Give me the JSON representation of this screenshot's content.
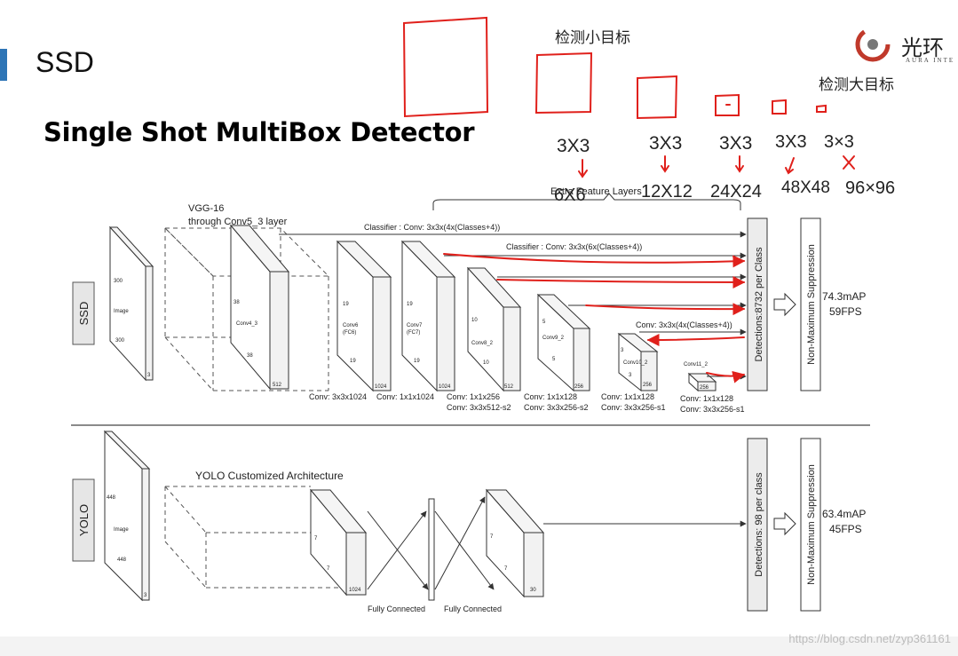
{
  "slide": {
    "title": "SSD",
    "subtitle": "Single Shot MultiBox Detector",
    "watermark": "https://blog.csdn.net/zyp361161",
    "logo_text": "光环",
    "logo_sub": "AURA INTE",
    "accent_color": "#2e75b6"
  },
  "annotations": {
    "small_targets": "检测小目标",
    "large_targets": "检测大目标",
    "kernels": [
      "3X3",
      "3X3",
      "3X3",
      "3X3",
      "3×3"
    ],
    "maps": [
      "6X6",
      "12X12",
      "24X24",
      "48X48",
      "96×96"
    ],
    "ink_color": "#e0201b"
  },
  "ssd": {
    "row_label": "SSD",
    "vgg": "VGG-16",
    "vgg_sub": "through Conv5_3 layer",
    "image": {
      "dims": [
        "300",
        "300",
        "3"
      ],
      "label": "Image"
    },
    "conv4_3": {
      "dims": [
        "38",
        "38",
        "512"
      ],
      "label": "Conv4_3"
    },
    "fc6": {
      "dims": [
        "19",
        "19",
        "1024"
      ],
      "label": "Conv6",
      "sub": "(FC6)"
    },
    "fc7": {
      "dims": [
        "19",
        "19",
        "1024"
      ],
      "label": "Conv7",
      "sub": "(FC7)"
    },
    "conv8_2": {
      "dims": [
        "10",
        "10",
        "512"
      ],
      "label": "Conv8_2"
    },
    "conv9_2": {
      "dims": [
        "5",
        "5",
        "256"
      ],
      "label": "Conv9_2"
    },
    "conv10_2": {
      "dims": [
        "3",
        "3",
        "256"
      ],
      "label": "Conv10_2"
    },
    "conv11_2": {
      "dims": [
        "256"
      ],
      "label": "Conv11_2"
    },
    "extra_layers": "Extra Feature Layers",
    "classifier1": "Classifier : Conv: 3x3x(4x(Classes+4))",
    "classifier2": "Classifier : Conv: 3x3x(6x(Classes+4))",
    "classifier3": "Conv: 3x3x(4x(Classes+4))",
    "convs": [
      "Conv: 3x3x1024",
      "Conv: 1x1x1024",
      "Conv: 1x1x256",
      "Conv: 3x3x512-s2",
      "Conv: 1x1x128",
      "Conv: 3x3x256-s2",
      "Conv: 1x1x128",
      "Conv: 3x3x256-s1",
      "Conv: 1x1x128",
      "Conv: 3x3x256-s1"
    ],
    "detections": "Detections:8732 per Class",
    "nms": "Non-Maximum Suppression",
    "map": "74.3mAP",
    "fps": "59FPS"
  },
  "yolo": {
    "row_label": "YOLO",
    "image": {
      "dims": [
        "448",
        "448",
        "3"
      ],
      "label": "Image"
    },
    "arch": "YOLO Customized Architecture",
    "block1": {
      "dims": [
        "7",
        "7",
        "1024"
      ]
    },
    "block2": {
      "dims": [
        "7",
        "7",
        "30"
      ]
    },
    "fc": "Fully Connected",
    "fc2": "Fully Connected",
    "detections": "Detections: 98 per class",
    "nms": "Non-Maximum Suppression",
    "map": "63.4mAP",
    "fps": "45FPS"
  }
}
